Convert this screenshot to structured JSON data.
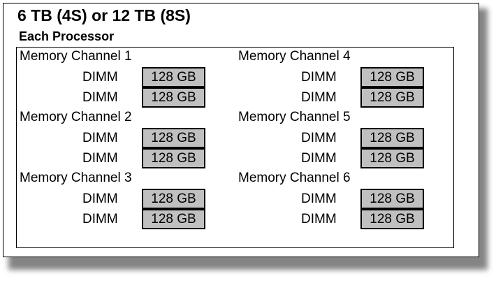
{
  "title": "6 TB (4S) or 12 TB (8S)",
  "subtitle": "Each Processor",
  "colors": {
    "dimm_fill": "#c0c0c0",
    "border": "#000000",
    "shadow": "#6f6f6f"
  },
  "channels": [
    {
      "label": "Memory Channel 1",
      "dimms": [
        {
          "label": "DIMM",
          "size": "128 GB"
        },
        {
          "label": "DIMM",
          "size": "128 GB"
        }
      ]
    },
    {
      "label": "Memory Channel 2",
      "dimms": [
        {
          "label": "DIMM",
          "size": "128 GB"
        },
        {
          "label": "DIMM",
          "size": "128 GB"
        }
      ]
    },
    {
      "label": "Memory Channel 3",
      "dimms": [
        {
          "label": "DIMM",
          "size": "128 GB"
        },
        {
          "label": "DIMM",
          "size": "128 GB"
        }
      ]
    },
    {
      "label": "Memory Channel 4",
      "dimms": [
        {
          "label": "DIMM",
          "size": "128 GB"
        },
        {
          "label": "DIMM",
          "size": "128 GB"
        }
      ]
    },
    {
      "label": "Memory Channel 5",
      "dimms": [
        {
          "label": "DIMM",
          "size": "128 GB"
        },
        {
          "label": "DIMM",
          "size": "128 GB"
        }
      ]
    },
    {
      "label": "Memory Channel 6",
      "dimms": [
        {
          "label": "DIMM",
          "size": "128 GB"
        },
        {
          "label": "DIMM",
          "size": "128 GB"
        }
      ]
    }
  ]
}
